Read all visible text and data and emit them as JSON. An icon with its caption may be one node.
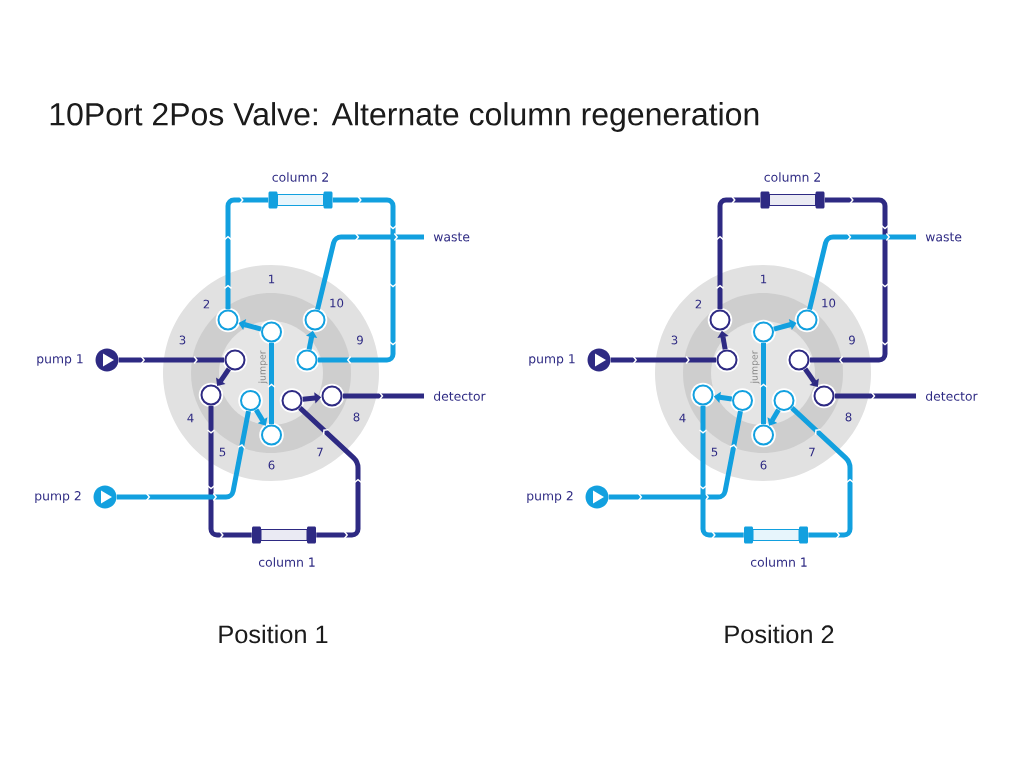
{
  "diagram": {
    "title": "10Port 2Pos Valve: Alternate column regeneration",
    "nodes": [
      {
        "text": [],
        "shape": "cylinder",
        "beside": [
          "column 2"
        ]
      },
      {
        "text": [
          "waste"
        ]
      },
      {
        "text": [],
        "shape": "circle",
        "beside": [
          "pump 1"
        ]
      },
      {
        "text": [],
        "shape": "circle"
      },
      {
        "text": [],
        "shape": "circle",
        "in": 3
      },
      {
        "text": [],
        "shape": "circle",
        "in": 3
      },
      {
        "text": [],
        "shape": "circle",
        "in": 3
      },
      {
        "text": [],
        "shape": "circle",
        "in": 3
      },
      {
        "text": [],
        "shape": "circle",
        "in": 3
      },
      {
        "text": [],
        "shape": "circle",
        "in": 3
      },
      {
        "text": [],
        "shape": "circle",
        "in": 3
      },
      {
        "text": [],
        "shape": "circle",
        "in": 3
      },
      {
        "text": [],
        "shape": "circle",
        "in": 3
      },
      {
        "text": [],
        "shape": "circle",
        "in": 3
      },
      {
        "text": [
          "detector"
        ]
      },
      {
        "text": [],
        "shape": "circle",
        "beside": [
          "pump 2"
        ]
      },
      {
        "text": [],
        "shape": "cylinder",
        "beside": [
          "column 1"
        ]
      },
      {
        "text": [],
        "shape": "cylinder",
        "beside": [
          "column 2"
        ]
      },
      {
        "text": [
          "waste"
        ]
      },
      {
        "text": [],
        "shape": "circle",
        "beside": [
          "pump 1"
        ]
      },
      {
        "text": [],
        "shape": "circle"
      },
      {
        "text": [],
        "shape": "circle",
        "in": 20
      },
      {
        "text": [],
        "shape": "circle",
        "in": 20
      },
      {
        "text": [],
        "shape": "circle",
        "in": 20
      },
      {
        "text": [],
        "shape": "circle",
        "in": 20
      },
      {
        "text": [],
        "shape": "circle",
        "in": 20
      },
      {
        "text": [],
        "shape": "circle",
        "in": 20
      },
      {
        "text": [],
        "shape": "circle",
        "in": 20
      },
      {
        "text": [],
        "shape": "circle",
        "in": 20
      },
      {
        "text": [],
        "shape": "circle",
        "in": 20
      },
      {
        "text": [],
        "shape": "circle",
        "in": 20
      },
      {
        "text": [
          "detector"
        ]
      },
      {
        "text": [],
        "shape": "circle",
        "beside": [
          "pump 2"
        ]
      },
      {
        "text": [],
        "shape": "cylinder",
        "beside": [
          "column 1"
        ]
      }
    ],
    "edges": [
      {
        "from": 2,
        "to": 7,
        "arrow": "to",
        "color": "#2e2a83"
      },
      {
        "from": 7,
        "to": 9,
        "arrow": "to",
        "color": "#2e2a83"
      },
      {
        "from": 9,
        "to": 16,
        "arrow": "to",
        "color": "#2e2a83"
      },
      {
        "from": 16,
        "to": 11,
        "arrow": "to",
        "color": "#2e2a83"
      },
      {
        "from": 11,
        "to": 12,
        "arrow": "to",
        "color": "#2e2a83"
      },
      {
        "from": 12,
        "to": 14,
        "arrow": "to",
        "color": "#2e2a83"
      },
      {
        "from": 15,
        "to": 10,
        "arrow": "to"
      },
      {
        "from": 10,
        "to": 13,
        "arrow": "to"
      },
      {
        "from": 13,
        "to": 5,
        "arrow": "to",
        "label": "jumper"
      },
      {
        "from": 5,
        "to": 4,
        "arrow": "to"
      },
      {
        "from": 4,
        "to": 0,
        "arrow": "to"
      },
      {
        "from": 0,
        "to": 8,
        "arrow": "to"
      },
      {
        "from": 8,
        "to": 6,
        "arrow": "to"
      },
      {
        "from": 6,
        "to": 1,
        "arrow": "to"
      },
      {
        "from": 19,
        "to": 24,
        "arrow": "to",
        "color": "#2e2a83"
      },
      {
        "from": 24,
        "to": 21,
        "arrow": "to",
        "color": "#2e2a83"
      },
      {
        "from": 21,
        "to": 17,
        "arrow": "to",
        "color": "#2e2a83"
      },
      {
        "from": 17,
        "to": 25,
        "arrow": "to",
        "color": "#2e2a83"
      },
      {
        "from": 25,
        "to": 29,
        "arrow": "to",
        "color": "#2e2a83"
      },
      {
        "from": 29,
        "to": 31,
        "arrow": "to",
        "color": "#2e2a83"
      },
      {
        "from": 32,
        "to": 27,
        "arrow": "to"
      },
      {
        "from": 27,
        "to": 26,
        "arrow": "to"
      },
      {
        "from": 26,
        "to": 33,
        "arrow": "to"
      },
      {
        "from": 33,
        "to": 28,
        "arrow": "to"
      },
      {
        "from": 28,
        "to": 30,
        "arrow": "to"
      },
      {
        "from": 30,
        "to": 22,
        "arrow": "to",
        "label": "jumper"
      },
      {
        "from": 22,
        "to": 23,
        "arrow": "to"
      },
      {
        "from": 23,
        "to": 18,
        "arrow": "to"
      }
    ],
    "labels": [
      "1",
      "2",
      "10",
      "3",
      "9",
      "4",
      "8",
      "5",
      "7",
      "6",
      "1",
      "2",
      "10",
      "3",
      "9",
      "4",
      "8",
      "5",
      "7",
      "6",
      "Position 1",
      "Position 2"
    ]
  }
}
